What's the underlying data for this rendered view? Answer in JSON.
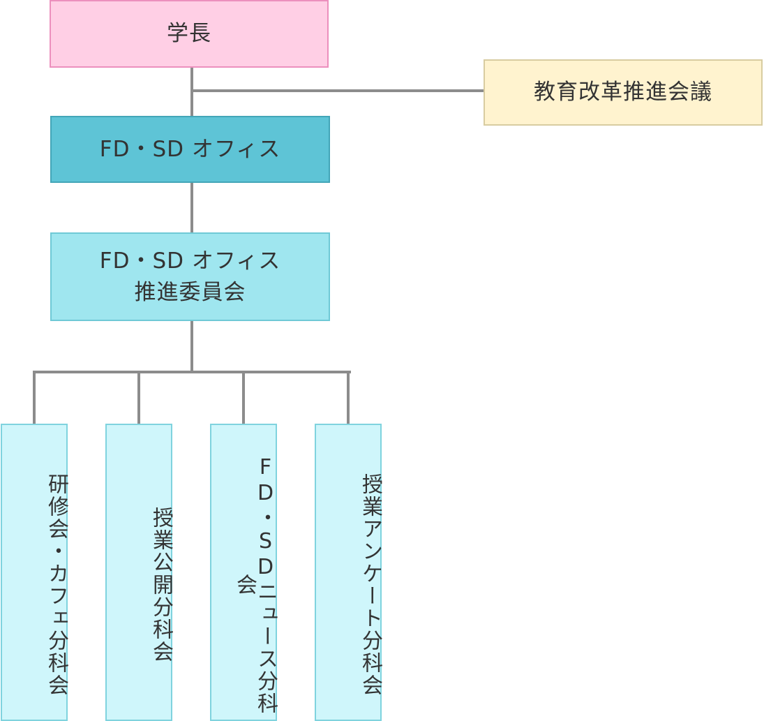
{
  "org_chart": {
    "president": "学長",
    "council": "教育改革推進会議",
    "office": "FD・SD オフィス",
    "committee": {
      "line1": "FD・SD オフィス",
      "line2": "推進委員会"
    },
    "subcommittees": [
      "研修会・カフェ分科会",
      "授業公開分科会",
      "FD・SDニュース分科会",
      "授業アンケート分科会"
    ]
  }
}
